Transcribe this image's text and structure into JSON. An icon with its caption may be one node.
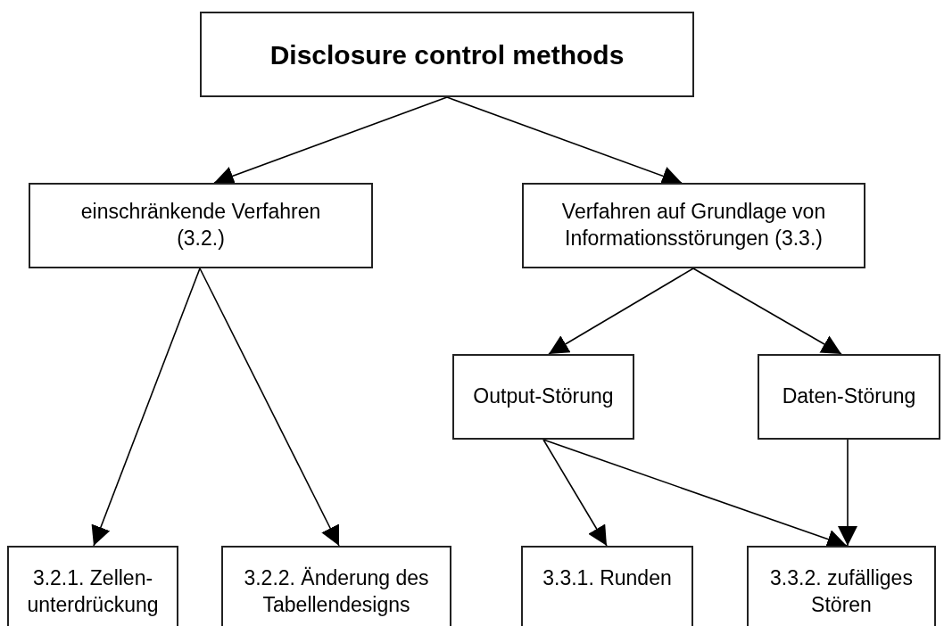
{
  "diagram": {
    "nodes": [
      {
        "text": [
          "Disclosure control methods"
        ]
      },
      {
        "text": [
          "einschränkende Verfahren (3.2.)"
        ]
      },
      {
        "text": [
          "Verfahren auf Grundlage von Informationsstörungen (3.3.)"
        ]
      },
      {
        "text": [
          "Output-Störung"
        ]
      },
      {
        "text": [
          "Daten-Störung"
        ]
      },
      {
        "text": [
          "3.2.1. Zellen-unterdrückung"
        ]
      },
      {
        "text": [
          "3.2.2. Änderung des Tabellendesigns"
        ]
      },
      {
        "text": [
          "3.3.1. Runden"
        ]
      },
      {
        "text": [
          "3.3.2. zufälliges Stören"
        ]
      }
    ],
    "edges": [
      {
        "from": 0,
        "to": 1,
        "arrow": "to"
      },
      {
        "from": 0,
        "to": 2,
        "arrow": "to"
      },
      {
        "from": 1,
        "to": 5,
        "arrow": "to"
      },
      {
        "from": 1,
        "to": 6,
        "arrow": "to"
      },
      {
        "from": 2,
        "to": 3,
        "arrow": "to"
      },
      {
        "from": 2,
        "to": 4,
        "arrow": "to"
      },
      {
        "from": 3,
        "to": 7,
        "arrow": "to"
      },
      {
        "from": 3,
        "to": 8,
        "arrow": "to"
      },
      {
        "from": 4,
        "to": 8,
        "arrow": "to"
      }
    ]
  }
}
